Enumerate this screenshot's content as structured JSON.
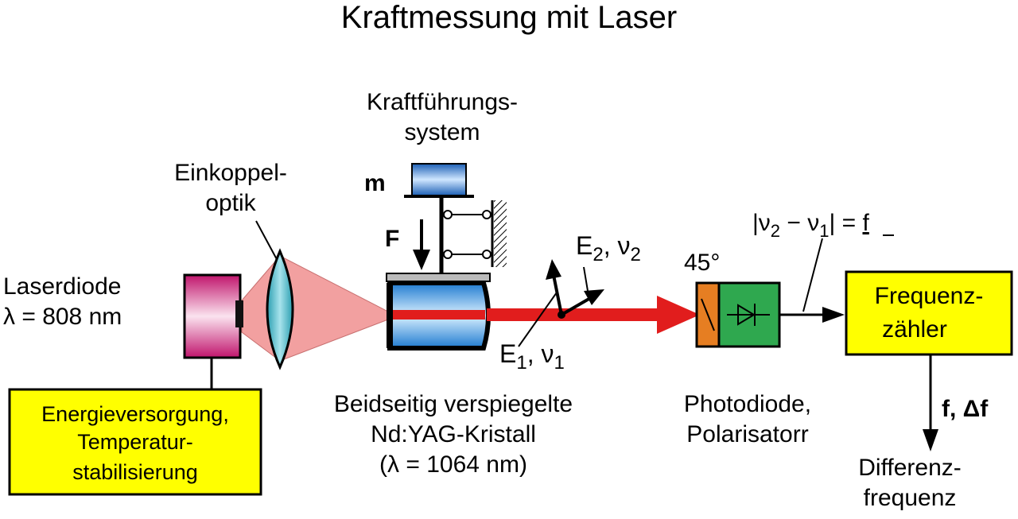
{
  "title": "Kraftmessung mit Laser",
  "laserdiode": {
    "line1": "Laserdiode",
    "line2": "λ = 808 nm"
  },
  "energy_box": {
    "line1": "Energieversorgung,",
    "line2": "Temperatur-",
    "line3": "stabilisierung"
  },
  "einkoppel": {
    "line1": "Einkoppel-",
    "line2": "optik"
  },
  "kraftfuehrung": {
    "line1": "Kraftführungs-",
    "line2": "system"
  },
  "mass_label": "m",
  "force_label": "F",
  "crystal": {
    "line1": "Beidseitig verspiegelte",
    "line2": "Nd:YAG-Kristall",
    "line3": "(λ = 1064 nm)"
  },
  "e2": {
    "base": "E",
    "sub1": "2",
    "sep": ", ν",
    "sub2": "2"
  },
  "e1": {
    "base": "E",
    "sub1": "1",
    "sep": ", ν",
    "sub2": "1"
  },
  "angle_label": "45°",
  "photodiode": {
    "line1": "Photodiode,",
    "line2": "Polarisatorr"
  },
  "freq_formula": {
    "a": "|ν",
    "sub_a": "2",
    "b": " − ν",
    "sub_b": "1",
    "c": "| = ",
    "f": "f"
  },
  "freq_box": {
    "line1": "Frequenz-",
    "line2": "zähler"
  },
  "output_label": "f, Δf",
  "diff": {
    "line1": "Differenz-",
    "line2": "frequenz"
  },
  "colors": {
    "box_fill": "#ffff00",
    "laser_red": "#e11d1d",
    "pump_pink": "#f2a0a0",
    "diode_magenta": "#d62c8c",
    "lens_teal": "#3bb3c3",
    "crystal_blue": "#3aa7e6",
    "mass_blue": "#2b7bd6",
    "photodiode_green": "#2fa84f",
    "polarizer_orange": "#e67e22"
  }
}
